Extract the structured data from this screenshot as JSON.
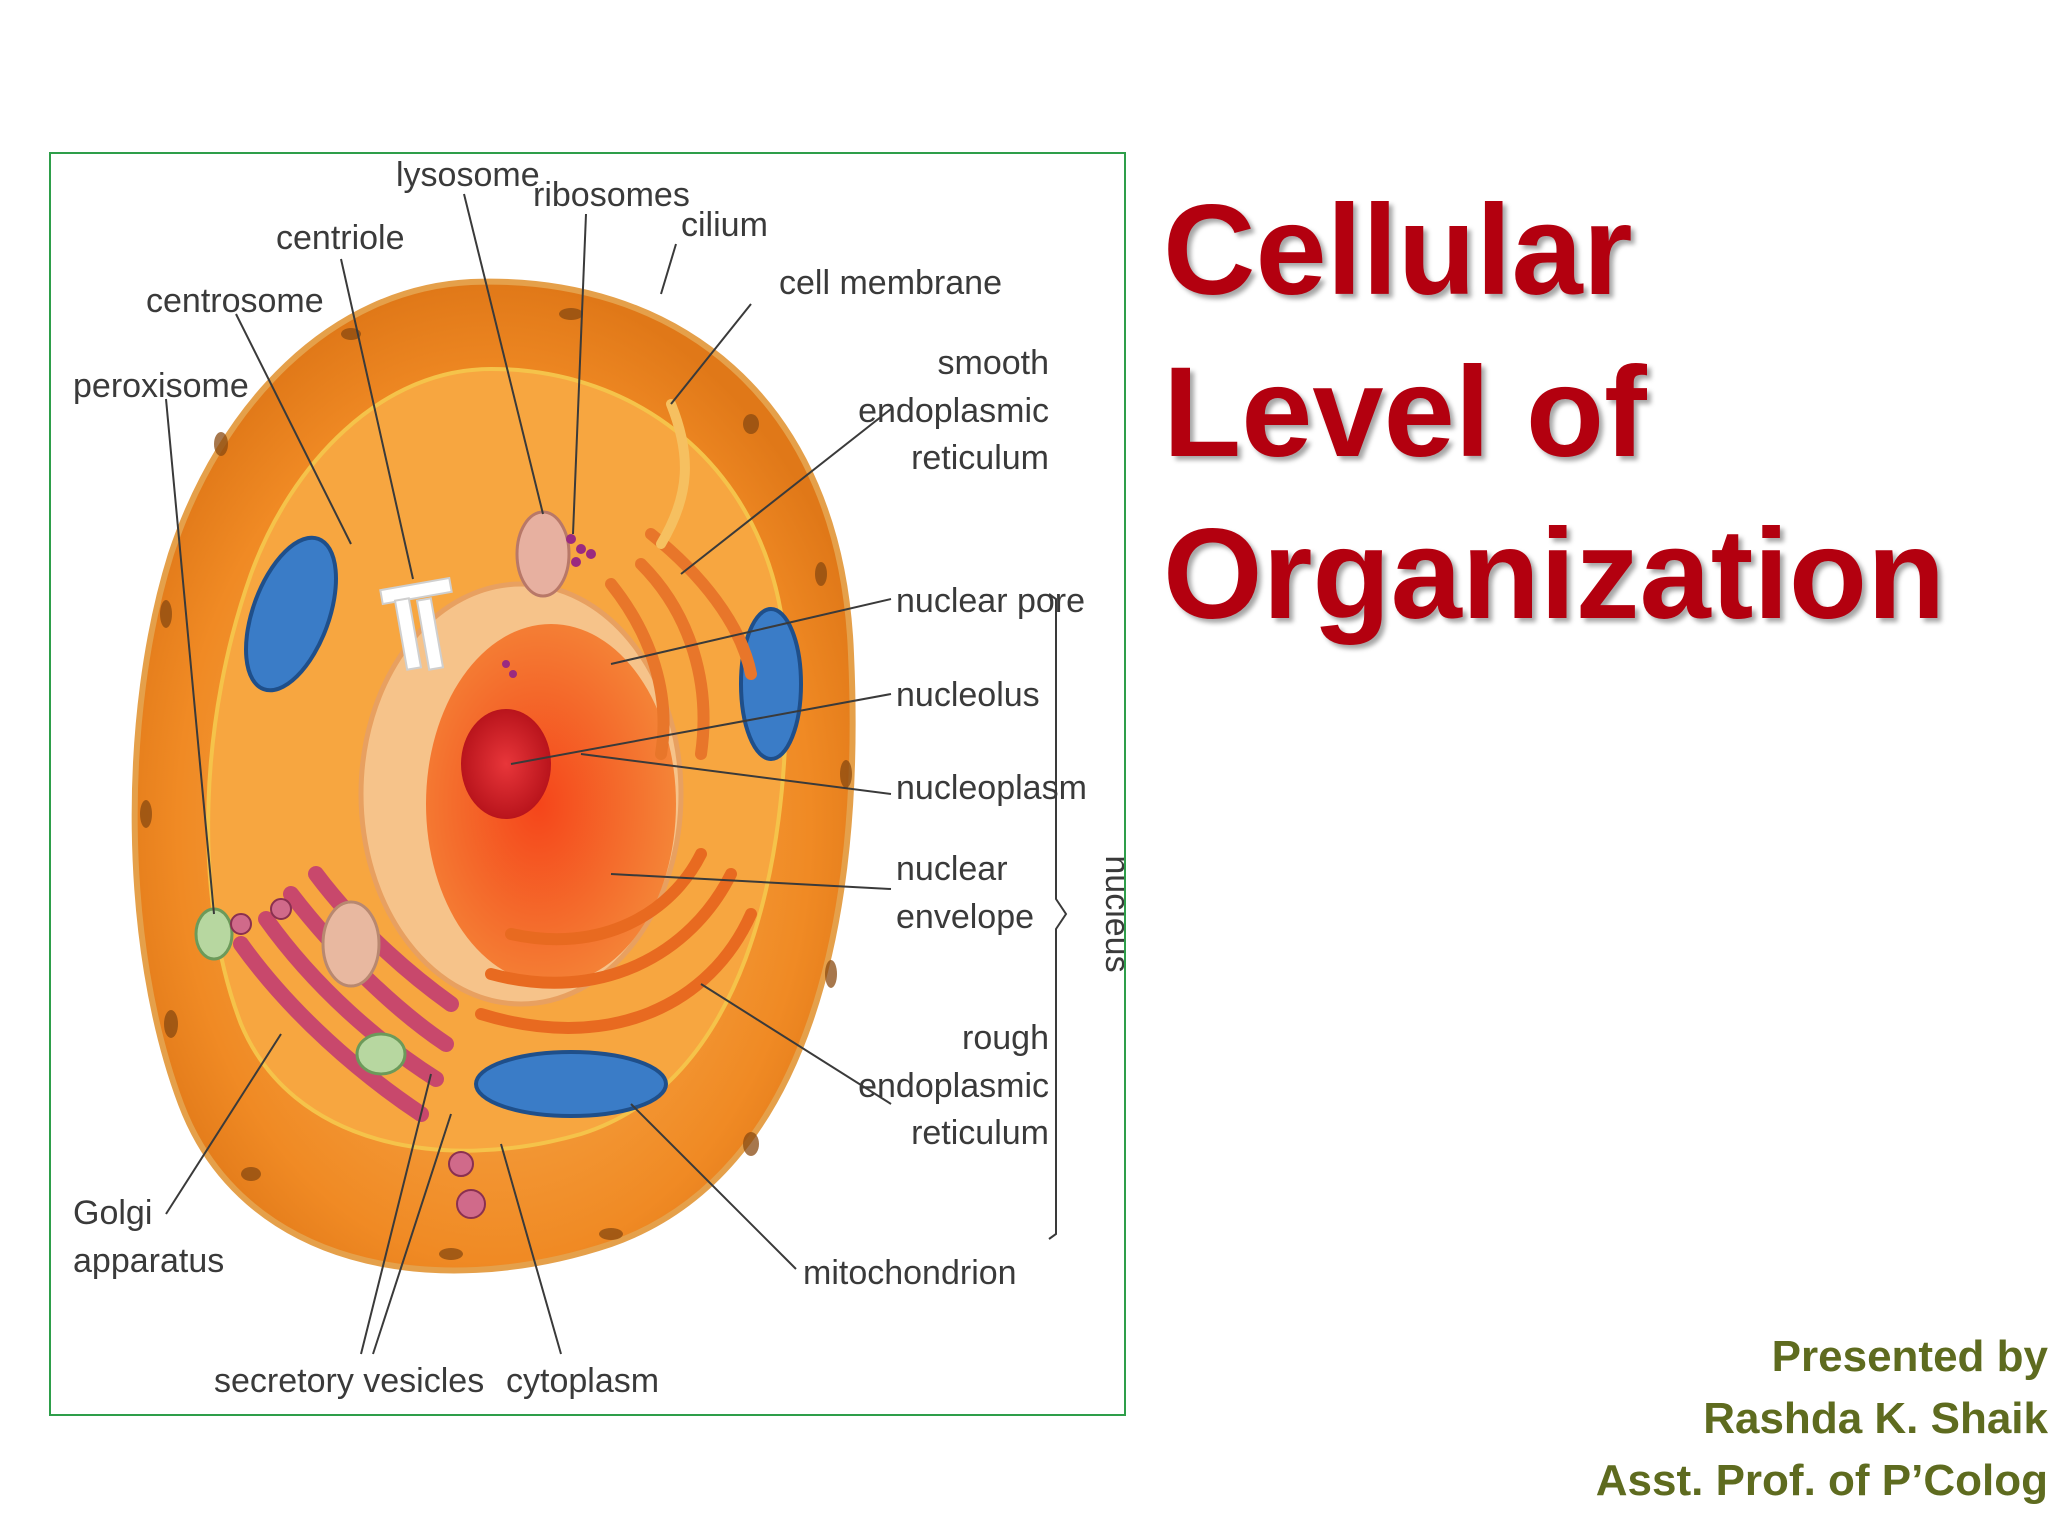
{
  "title": {
    "line1": "Cellular",
    "line2": "Level of",
    "line3": "Organization"
  },
  "presenter": {
    "line1": "Presented by",
    "line2": "Rashda K. Shaik",
    "line3": "Asst. Prof. of P’Colog"
  },
  "diagram": {
    "labels": {
      "lysosome": "lysosome",
      "ribosomes": "ribosomes",
      "cilium": "cilium",
      "centriole": "centriole",
      "centrosome": "centrosome",
      "cell_membrane": "cell membrane",
      "peroxisome": "peroxisome",
      "smooth_er_1": "smooth",
      "smooth_er_2": "endoplasmic",
      "smooth_er_3": "reticulum",
      "nuclear_pore": "nuclear pore",
      "nucleolus": "nucleolus",
      "nucleoplasm": "nucleoplasm",
      "nuclear_envelope_1": "nuclear",
      "nuclear_envelope_2": "envelope",
      "nucleus": "nucleus",
      "rough_er_1": "rough",
      "rough_er_2": "endoplasmic",
      "rough_er_3": "reticulum",
      "golgi_1": "Golgi",
      "golgi_2": "apparatus",
      "mitochondrion": "mitochondrion",
      "secretory_vesicles": "secretory vesicles",
      "cytoplasm": "cytoplasm"
    },
    "colors": {
      "cell_outer": "#f08a24",
      "cytoplasm": "#f7a640",
      "nucleus": "#f26a1e",
      "nucleolus": "#d7262a",
      "mitochondria": "#3a7cc7",
      "golgi": "#c8486c",
      "frame": "#2e9e4a",
      "title": "#b3000f",
      "presenter": "#5e6b1f"
    }
  }
}
